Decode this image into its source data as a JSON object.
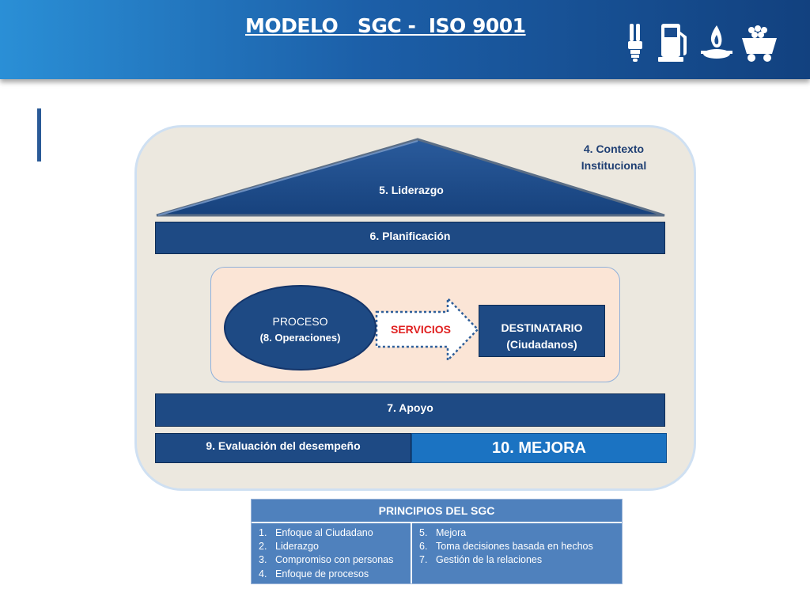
{
  "header": {
    "title": "MODELO   SGC -  ISO 9001",
    "icons": [
      "light-bulb-icon",
      "fuel-pump-icon",
      "gas-flame-icon",
      "mining-cart-icon"
    ],
    "background_color": "#1c5fa8"
  },
  "diagram": {
    "roof_label": "5. Liderazgo",
    "context_line1": "4. Contexto",
    "context_line2": "Institucional",
    "planificacion": "6. Planificación",
    "proceso": {
      "title": "PROCESO",
      "subtitle": "(8. Operaciones)"
    },
    "servicios": "SERVICIOS",
    "destinatario": {
      "line1": "DESTINATARIO",
      "line2": "(Ciudadanos)"
    },
    "apoyo": "7.  Apoyo",
    "evaluacion": "9. Evaluación del desempeño",
    "mejora": "10. MEJORA"
  },
  "principles_table": {
    "header": "PRINCIPIOS DEL SGC",
    "left_items": [
      {
        "num": "1.",
        "text": "Enfoque al  Ciudadano"
      },
      {
        "num": "2.",
        "text": "Liderazgo"
      },
      {
        "num": "3.",
        "text": "Compromiso con personas"
      },
      {
        "num": "4.",
        "text": "Enfoque de procesos"
      }
    ],
    "right_items": [
      {
        "num": "5.",
        "text": "Mejora"
      },
      {
        "num": "6.",
        "text": "Toma decisiones basada en hechos"
      },
      {
        "num": "7.",
        "text": "Gestión de la relaciones"
      }
    ]
  },
  "colors": {
    "dark_blue": "#1e4a84",
    "mejora_blue": "#1b73c2",
    "servicios_red": "#e02020",
    "table_blue": "#4f81bd",
    "frame_beige": "#ece8df",
    "process_peach": "#fbe5d6"
  }
}
